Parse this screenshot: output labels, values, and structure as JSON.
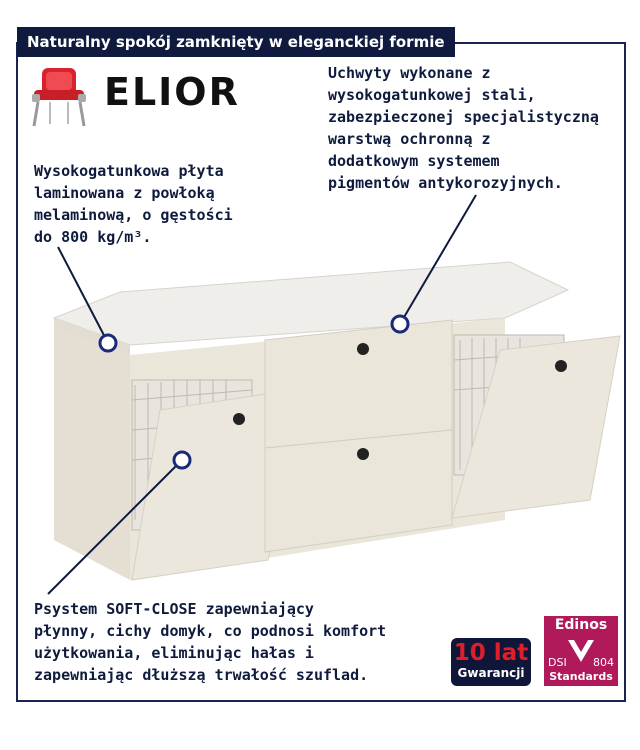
{
  "banner": {
    "text": "Naturalny spokój zamknięty w eleganckiej formie"
  },
  "logo": {
    "brand": "ELIOR"
  },
  "callouts": {
    "handles": "Uchwyty wykonane z\nwysokogatunkowej stali,\nzabezpieczonej specjalistyczną\nwarstwą ochronną z\ndodatkowym systemem\npigmentów antykorozyjnych.",
    "board": "Wysokogatunkowa płyta\nlaminowana z powłoką\nmelaminową, o gęstości\ndo 800 kg/m³.",
    "softclose": "Psystem SOFT-CLOSE zapewniający\npłynny, cichy domyk, co podnosi komfort\nużytkowania, eliminując hałas i\nzapewniając dłuższą trwałość szuflad."
  },
  "badges": {
    "warranty_big": "10 lat",
    "warranty_small": "Gwarancji",
    "cert_top": "Edinos",
    "cert_left": "DSI",
    "cert_right": "804",
    "cert_bottom": "Standards"
  },
  "colors": {
    "navy": "#101a3f",
    "cabinet": "#ebe6da",
    "red_accent": "#e01e2a",
    "magenta": "#b0195a"
  }
}
